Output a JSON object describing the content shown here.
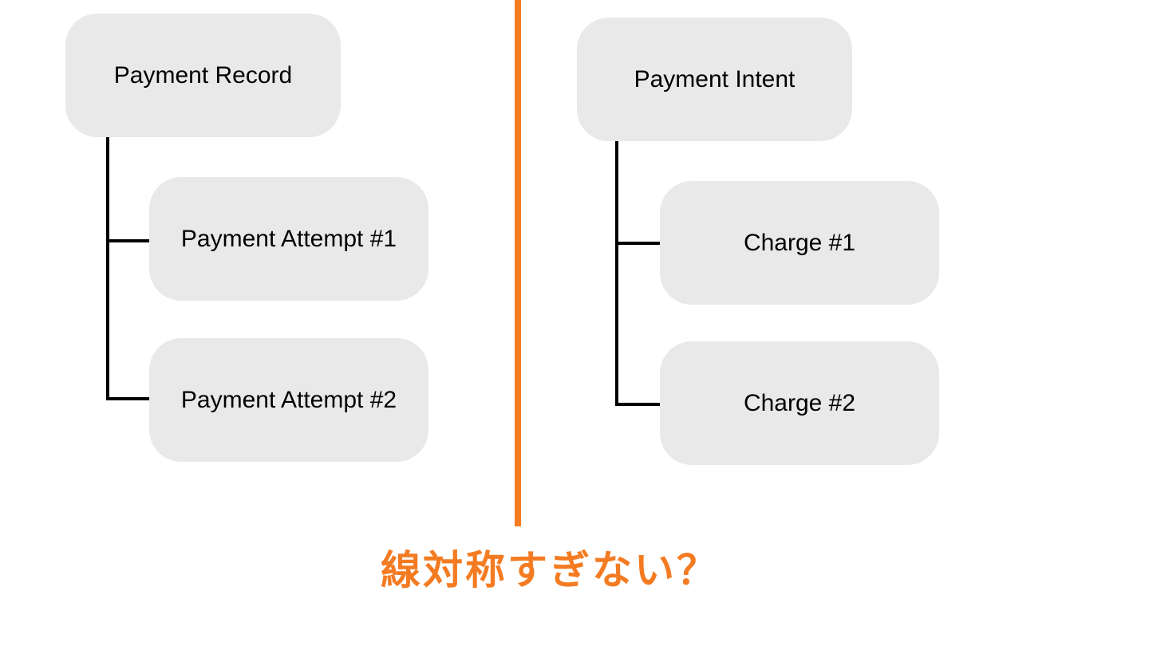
{
  "canvas": {
    "background": "#ffffff"
  },
  "colors": {
    "node_fill": "#e9e9e9",
    "node_text": "#000000",
    "connector": "#000000",
    "accent_orange": "#f47b22"
  },
  "left_tree": {
    "root_label": "Payment Record",
    "children": [
      "Payment Attempt #1",
      "Payment Attempt #2"
    ]
  },
  "right_tree": {
    "root_label": "Payment Intent",
    "children": [
      "Charge #1",
      "Charge #2"
    ]
  },
  "caption": {
    "text": "線対称すぎない？"
  }
}
